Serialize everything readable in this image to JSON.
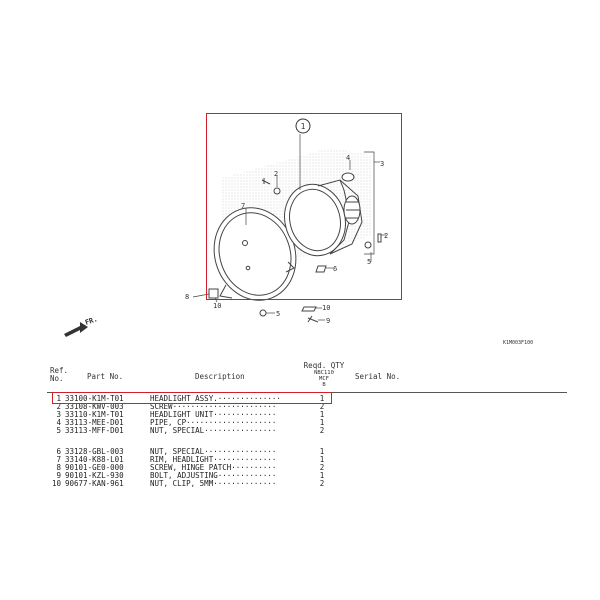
{
  "figure_code": "K1M003F100",
  "forward_label": "FR.",
  "callouts": {
    "assembly": "1",
    "c2": "2",
    "c3": "3",
    "c4": "4",
    "c5a": "5",
    "c5b": "5",
    "c6": "6",
    "c7": "7",
    "c8": "8",
    "c9": "9",
    "c10a": "10",
    "c10b": "10"
  },
  "table": {
    "headers": {
      "ref_line1": "Ref.",
      "ref_line2": "No.",
      "part_no": "Part No.",
      "description": "Description",
      "qty_line1": "Reqd. QTY",
      "qty_line2": "NBC110",
      "qty_line3": "MCF",
      "qty_line4": "B",
      "serial_no": "Serial No."
    },
    "rows": [
      {
        "ref": "1",
        "part": "33100-K1M-T01",
        "desc": "HEADLIGHT ASSY.··············",
        "qty": "1"
      },
      {
        "ref": "2",
        "part": "33108-KWV-003",
        "desc": "SCREW·······················",
        "qty": "2"
      },
      {
        "ref": "3",
        "part": "33110-K1M-T01",
        "desc": "HEADLIGHT UNIT··············",
        "qty": "1"
      },
      {
        "ref": "4",
        "part": "33113-MEE-D01",
        "desc": "PIPE, CP····················",
        "qty": "1"
      },
      {
        "ref": "5",
        "part": "33113-MFF-D01",
        "desc": "NUT, SPECIAL················",
        "qty": "2"
      },
      {
        "ref": "6",
        "part": "33128-GBL-003",
        "desc": "NUT, SPECIAL················",
        "qty": "1"
      },
      {
        "ref": "7",
        "part": "33140-K88-L01",
        "desc": "RIM, HEADLIGHT··············",
        "qty": "1"
      },
      {
        "ref": "8",
        "part": "90101-GE0-000",
        "desc": "SCREW, HINGE PATCH··········",
        "qty": "2"
      },
      {
        "ref": "9",
        "part": "90101-KZL-930",
        "desc": "BOLT, ADJUSTING·············",
        "qty": "1"
      },
      {
        "ref": "10",
        "part": "90677-KAN-961",
        "desc": "NUT, CLIP, 5MM··············",
        "qty": "2"
      }
    ]
  },
  "colors": {
    "highlight": "#d01f2a",
    "line": "#444444"
  }
}
